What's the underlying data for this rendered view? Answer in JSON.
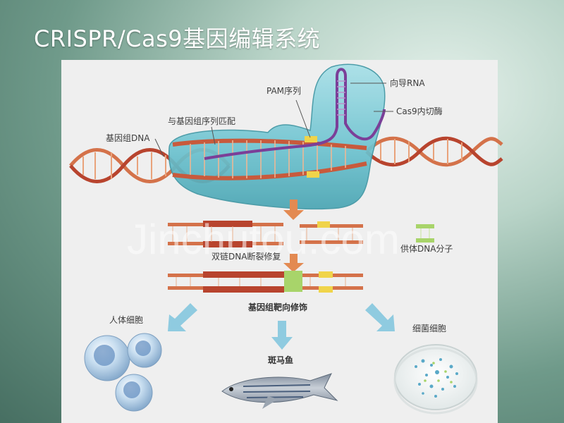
{
  "slide": {
    "title": "CRISPR/Cas9基因编辑系统"
  },
  "labels": {
    "guide_rna": "向导RNA",
    "pam": "PAM序列",
    "cas9": "Cas9内切酶",
    "match": "与基因组序列匹配",
    "genomic_dna": "基因组DNA",
    "dsb_repair": "双链DNA断裂修复",
    "donor_dna": "供体DNA分子",
    "targeted_mod": "基因组靶向修饰",
    "human_cells": "人体细胞",
    "zebrafish": "斑马鱼",
    "bacterial_cells": "细菌细胞"
  },
  "watermark": "Jinchutou.com",
  "colors": {
    "dna_orange": "#d4724a",
    "dna_red": "#b8442e",
    "cas9_teal": "#5ab7c4",
    "guide_purple": "#7b3f98",
    "pam_yellow": "#f0d44a",
    "donor_green": "#a8d46a",
    "arrow_orange": "#e38a52",
    "arrow_blue": "#8fcbe0"
  }
}
